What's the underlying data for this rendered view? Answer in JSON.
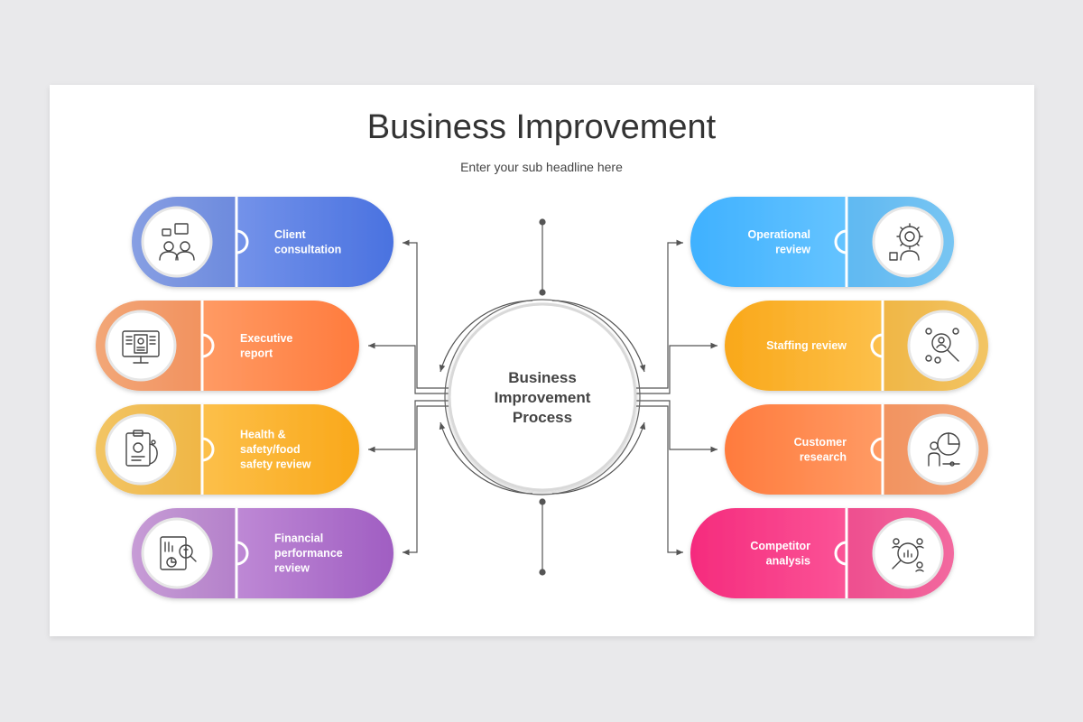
{
  "header": {
    "title": "Business Improvement",
    "subtitle": "Enter your sub headline here"
  },
  "center": {
    "lines": [
      "Business",
      "Improvement",
      "Process"
    ]
  },
  "items": [
    {
      "id": "client-consultation",
      "side": "left",
      "lines": [
        "Client",
        "consultation"
      ],
      "color_from": "#8fa8f0",
      "color_to": "#4a72e0",
      "icon": "meeting-icon"
    },
    {
      "id": "executive-report",
      "side": "left",
      "lines": [
        "Executive",
        "report"
      ],
      "color_from": "#ffb07f",
      "color_to": "#ff7b3d",
      "icon": "report-monitor-icon"
    },
    {
      "id": "health-safety",
      "side": "left",
      "lines": [
        "Health &",
        "safety/food",
        "safety review"
      ],
      "color_from": "#ffd06a",
      "color_to": "#f9a81a",
      "icon": "clipboard-health-icon"
    },
    {
      "id": "financial-performance",
      "side": "left",
      "lines": [
        "Financial",
        "performance",
        "review"
      ],
      "color_from": "#d2a5e2",
      "color_to": "#a05ec2",
      "icon": "financial-chart-icon"
    },
    {
      "id": "operational-review",
      "side": "right",
      "lines": [
        "Operational",
        "review"
      ],
      "color_from": "#3fb1ff",
      "color_to": "#7fd0ff",
      "icon": "gear-person-icon"
    },
    {
      "id": "staffing-review",
      "side": "right",
      "lines": [
        "Staffing review"
      ],
      "color_from": "#f9a81a",
      "color_to": "#ffd06a",
      "icon": "staff-search-icon"
    },
    {
      "id": "customer-research",
      "side": "right",
      "lines": [
        "Customer",
        "research"
      ],
      "color_from": "#ff7b3d",
      "color_to": "#ffb07f",
      "icon": "customer-research-icon"
    },
    {
      "id": "competitor-analysis",
      "side": "right",
      "lines": [
        "Competitor",
        "analysis"
      ],
      "color_from": "#f52b7d",
      "color_to": "#ff6fa8",
      "icon": "competitor-analysis-icon"
    }
  ]
}
